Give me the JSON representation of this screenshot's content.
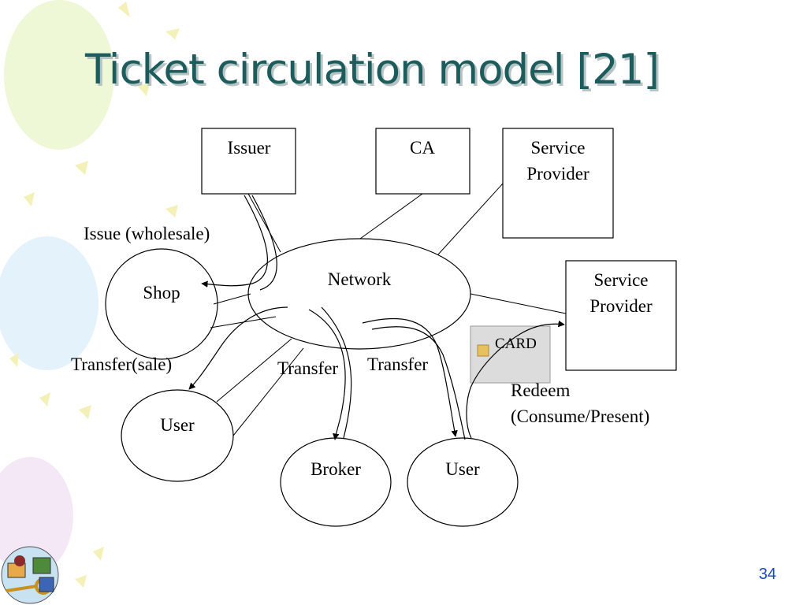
{
  "slide": {
    "title": "Ticket circulation model  [21]",
    "page_number": "34"
  },
  "nodes": {
    "issuer": "Issuer",
    "ca": "CA",
    "service_provider_top_line1": "Service",
    "service_provider_top_line2": "Provider",
    "service_provider_right_line1": "Service",
    "service_provider_right_line2": "Provider",
    "network": "Network",
    "shop": "Shop",
    "user_left": "User",
    "broker": "Broker",
    "user_bottom": "User",
    "card": "CARD"
  },
  "edges": {
    "issue_wholesale": "Issue (wholesale)",
    "transfer_sale": "Transfer(sale)",
    "transfer_broker": "Transfer",
    "transfer_user": "Transfer",
    "redeem_line1": "Redeem",
    "redeem_line2": "(Consume/Present)"
  },
  "colors": {
    "title": "#1d5c5c",
    "page_number": "#1a47c8",
    "card": "#dcdcdc",
    "chip": "#e8c060"
  }
}
